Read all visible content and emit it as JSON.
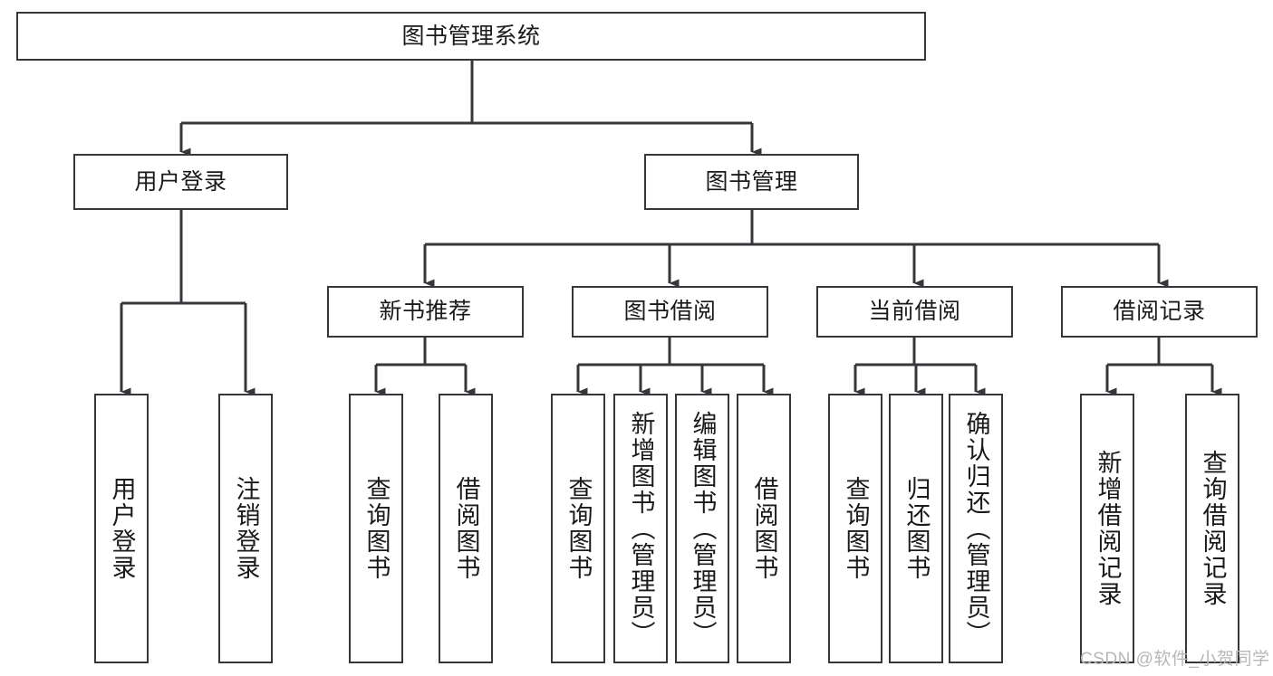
{
  "diagram": {
    "type": "tree-hierarchy",
    "title": "图书管理系统",
    "watermark": "CSDN @软件_小贺同学",
    "colors": {
      "stroke": "#37373b",
      "fill": "#ffffff",
      "text": "#1a1a1a",
      "watermark": "#b7b7b7"
    },
    "nodes": {
      "root": {
        "label": "图书管理系统",
        "orientation": "horizontal"
      },
      "level2": [
        {
          "id": "user-login",
          "label": "用户登录",
          "orientation": "horizontal"
        },
        {
          "id": "book-manage",
          "label": "图书管理",
          "orientation": "horizontal"
        }
      ],
      "level3": [
        {
          "id": "new-book-recommend",
          "label": "新书推荐",
          "orientation": "horizontal"
        },
        {
          "id": "book-borrow",
          "label": "图书借阅",
          "orientation": "horizontal"
        },
        {
          "id": "current-borrow",
          "label": "当前借阅",
          "orientation": "horizontal"
        },
        {
          "id": "borrow-record",
          "label": "借阅记录",
          "orientation": "horizontal"
        }
      ],
      "leaves": [
        {
          "id": "leaf-user-login",
          "label": "用户登录",
          "orientation": "vertical",
          "parent": "user-login"
        },
        {
          "id": "leaf-logout-login",
          "label": "注销登录",
          "orientation": "vertical",
          "parent": "user-login"
        },
        {
          "id": "leaf-query-book-1",
          "label": "查询图书",
          "orientation": "vertical",
          "parent": "new-book-recommend"
        },
        {
          "id": "leaf-borrow-book-1",
          "label": "借阅图书",
          "orientation": "vertical",
          "parent": "new-book-recommend"
        },
        {
          "id": "leaf-query-book-2",
          "label": "查询图书",
          "orientation": "vertical",
          "parent": "book-borrow"
        },
        {
          "id": "leaf-add-book",
          "label": "新增图书（管理员）",
          "orientation": "vertical",
          "parent": "book-borrow"
        },
        {
          "id": "leaf-edit-book",
          "label": "编辑图书（管理员）",
          "orientation": "vertical",
          "parent": "book-borrow"
        },
        {
          "id": "leaf-borrow-book-2",
          "label": "借阅图书",
          "orientation": "vertical",
          "parent": "book-borrow"
        },
        {
          "id": "leaf-query-book-3",
          "label": "查询图书",
          "orientation": "vertical",
          "parent": "current-borrow"
        },
        {
          "id": "leaf-return-book",
          "label": "归还图书",
          "orientation": "vertical",
          "parent": "current-borrow"
        },
        {
          "id": "leaf-confirm-return",
          "label": "确认归还（管理员）",
          "orientation": "vertical",
          "parent": "current-borrow"
        },
        {
          "id": "leaf-add-record",
          "label": "新增借阅记录",
          "orientation": "vertical",
          "parent": "borrow-record"
        },
        {
          "id": "leaf-query-record",
          "label": "查询借阅记录",
          "orientation": "vertical",
          "parent": "borrow-record"
        }
      ]
    }
  }
}
